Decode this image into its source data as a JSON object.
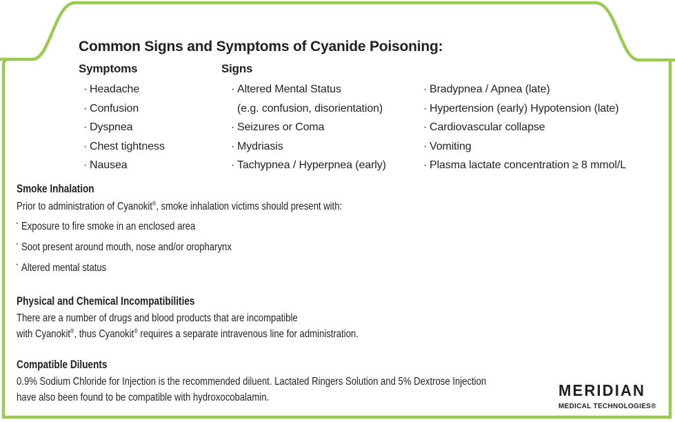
{
  "glyphs": {
    "bullet": "·"
  },
  "colors": {
    "border_green": "#9aca52",
    "text_black": "#231f20"
  },
  "title": "Common Signs and Symptoms of Cyanide Poisoning:",
  "symptoms_signs": {
    "symptoms_header": "Symptoms",
    "signs_header": "Signs",
    "symptoms": [
      "Headache",
      "Confusion",
      "Dyspnea",
      "Chest tightness",
      "Nausea"
    ],
    "signs_col1": {
      "line1": "Altered Mental Status",
      "line2": "(e.g. confusion, disorientation)",
      "line3": "Seizures or Coma",
      "line4": "Mydriasis",
      "line5": "Tachypnea / Hyperpnea (early)"
    },
    "signs_col2": [
      "Bradypnea / Apnea (late)",
      "Hypertension (early) Hypotension (late)",
      "Cardiovascular collapse",
      "Vomiting",
      "Plasma lactate concentration ≥ 8 mmol/L"
    ]
  },
  "smoke_inhalation": {
    "heading": "Smoke Inhalation",
    "intro": "Prior to administration of Cyanokit®, smoke inhalation victims should present with:",
    "items": [
      "Exposure to fire smoke in an enclosed area",
      "Soot present around mouth, nose and/or oropharynx",
      "Altered mental status"
    ]
  },
  "incompatibilities": {
    "heading": "Physical and Chemical Incompatibilities",
    "line1": "There are a number of drugs and blood products that are incompatible",
    "line2": "with Cyanokit®, thus Cyanokit® requires a separate intravenous line for administration."
  },
  "diluents": {
    "heading": "Compatible Diluents",
    "line1": "0.9% Sodium Chloride for Injection is the recommended diluent. Lactated Ringers Solution and 5% Dextrose Injection",
    "line2": "have also been found to be compatible with hydroxocobalamin."
  },
  "logo": {
    "name": "MERIDIAN",
    "subtitle": "MEDICAL TECHNOLOGIES®"
  }
}
